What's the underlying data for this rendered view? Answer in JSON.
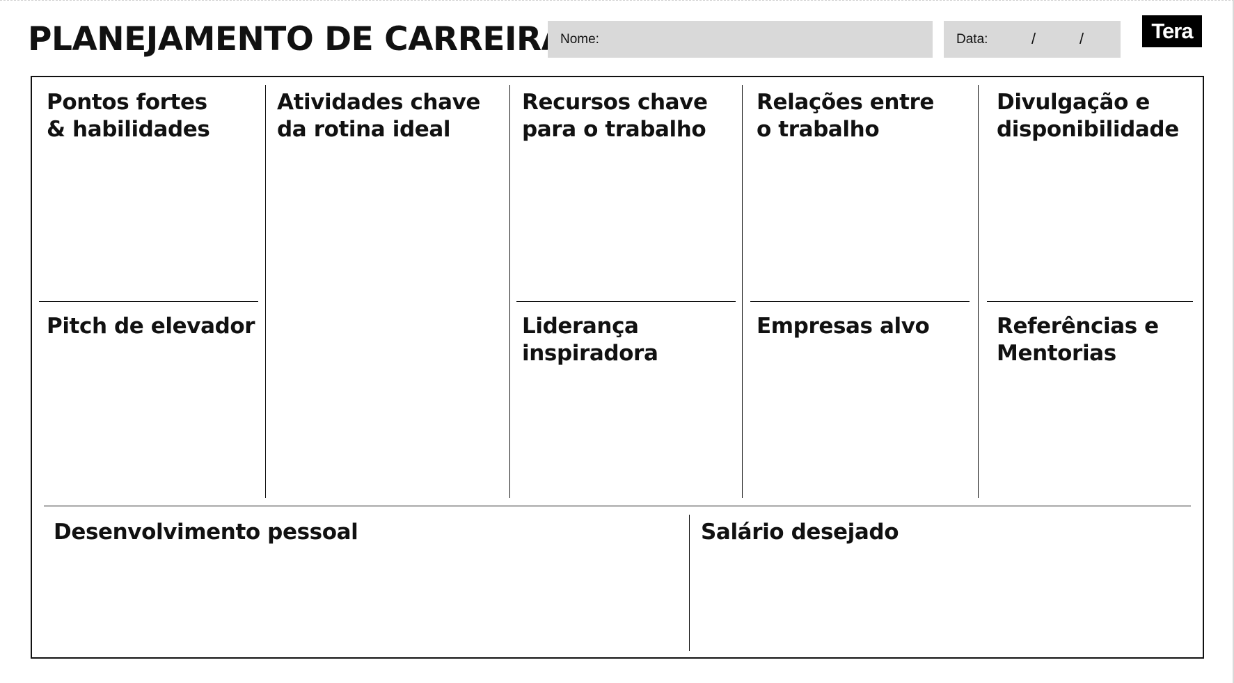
{
  "header": {
    "title": "PLANEJAMENTO DE CARREIRA",
    "name_label": "Nome:",
    "date_label": "Data:",
    "date_separator": "/",
    "logo": "Tera"
  },
  "canvas": {
    "pontos_fortes": "Pontos fortes\n& habilidades",
    "atividades_chave": "Atividades chave\nda rotina ideal",
    "recursos_chave": "Recursos chave\npara o trabalho",
    "relacoes": "Relações entre\no trabalho",
    "divulgacao": "Divulgação e\ndisponibilidade",
    "pitch": "Pitch de elevador",
    "lideranca": "Liderança\ninspiradora",
    "empresas_alvo": "Empresas alvo",
    "referencias": "Referências e\nMentorias",
    "desenvolvimento": "Desenvolvimento pessoal",
    "salario": "Salário desejado"
  },
  "colors": {
    "field_background": "#d9d9d9",
    "ink": "#111111",
    "logo_background": "#000000"
  }
}
